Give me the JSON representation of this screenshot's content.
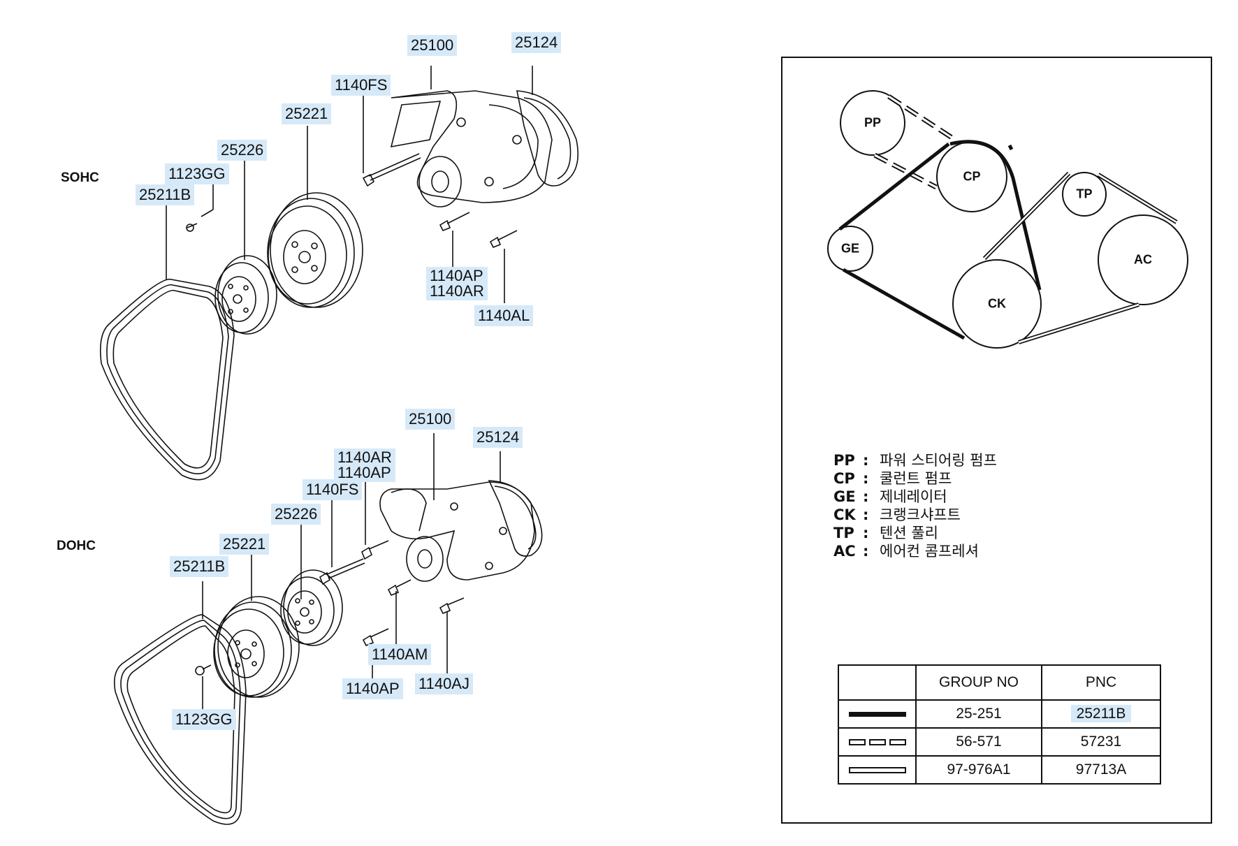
{
  "sections": {
    "sohc": "SOHC",
    "dohc": "DOHC"
  },
  "sohc_labels": [
    {
      "id": "sohc-25100",
      "text": "25100"
    },
    {
      "id": "sohc-25124",
      "text": "25124"
    },
    {
      "id": "sohc-1140FS",
      "text": "1140FS"
    },
    {
      "id": "sohc-25221",
      "text": "25221"
    },
    {
      "id": "sohc-25226",
      "text": "25226"
    },
    {
      "id": "sohc-1123GG",
      "text": "1123GG"
    },
    {
      "id": "sohc-25211B",
      "text": "25211B"
    },
    {
      "id": "sohc-1140AL",
      "text": "1140AL"
    }
  ],
  "sohc_stack": {
    "lines": [
      "1140AP",
      "1140AR"
    ]
  },
  "dohc_labels": [
    {
      "id": "dohc-25100",
      "text": "25100"
    },
    {
      "id": "dohc-25124",
      "text": "25124"
    },
    {
      "id": "dohc-1140FS",
      "text": "1140FS"
    },
    {
      "id": "dohc-25226",
      "text": "25226"
    },
    {
      "id": "dohc-25221",
      "text": "25221"
    },
    {
      "id": "dohc-25211B",
      "text": "25211B"
    },
    {
      "id": "dohc-1140AM",
      "text": "1140AM"
    },
    {
      "id": "dohc-1140AP",
      "text": "1140AP"
    },
    {
      "id": "dohc-1140AJ",
      "text": "1140AJ"
    },
    {
      "id": "dohc-1123GG",
      "text": "1123GG"
    }
  ],
  "dohc_stack": {
    "lines": [
      "1140AR",
      "1140AP"
    ]
  },
  "belt_diagram": {
    "pulleys": [
      {
        "code": "PP"
      },
      {
        "code": "CP"
      },
      {
        "code": "GE"
      },
      {
        "code": "TP"
      },
      {
        "code": "AC"
      },
      {
        "code": "CK"
      }
    ]
  },
  "abbreviations": [
    {
      "code": "PP",
      "sep": ":",
      "name": "파워 스티어링 펌프"
    },
    {
      "code": "CP",
      "sep": ":",
      "name": "쿨런트 펌프"
    },
    {
      "code": "GE",
      "sep": ":",
      "name": "제네레이터"
    },
    {
      "code": "CK",
      "sep": ":",
      "name": "크랭크샤프트"
    },
    {
      "code": "TP",
      "sep": ":",
      "name": "텐션 풀리"
    },
    {
      "code": "AC",
      "sep": ":",
      "name": "에어컨 콤프레셔"
    }
  ],
  "group_table": {
    "headers": [
      "",
      "GROUP NO",
      "PNC"
    ],
    "rows": [
      {
        "line": "solid",
        "group": "25-251",
        "pnc": "25211B",
        "highlight": true
      },
      {
        "line": "dashed",
        "group": "56-571",
        "pnc": "57231",
        "highlight": false
      },
      {
        "line": "hollow",
        "group": "97-976A1",
        "pnc": "97713A",
        "highlight": false
      }
    ]
  },
  "colors": {
    "label_bg": "#d6e9f8",
    "ink": "#111111"
  }
}
